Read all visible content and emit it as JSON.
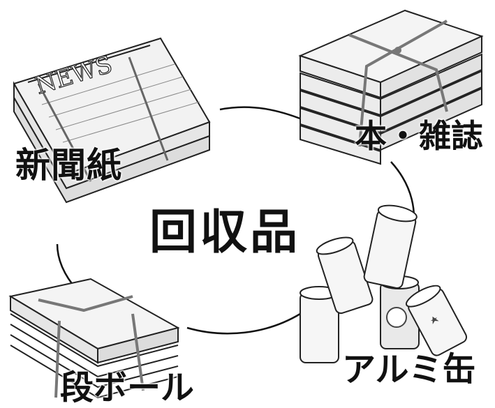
{
  "center_title": "回収品",
  "items": {
    "newspaper": {
      "label": "新聞紙",
      "paper_text": "NEWS"
    },
    "books": {
      "label": "本・雑誌"
    },
    "cans": {
      "label": "アルミ缶"
    },
    "cardboard": {
      "label": "段ボール"
    }
  }
}
